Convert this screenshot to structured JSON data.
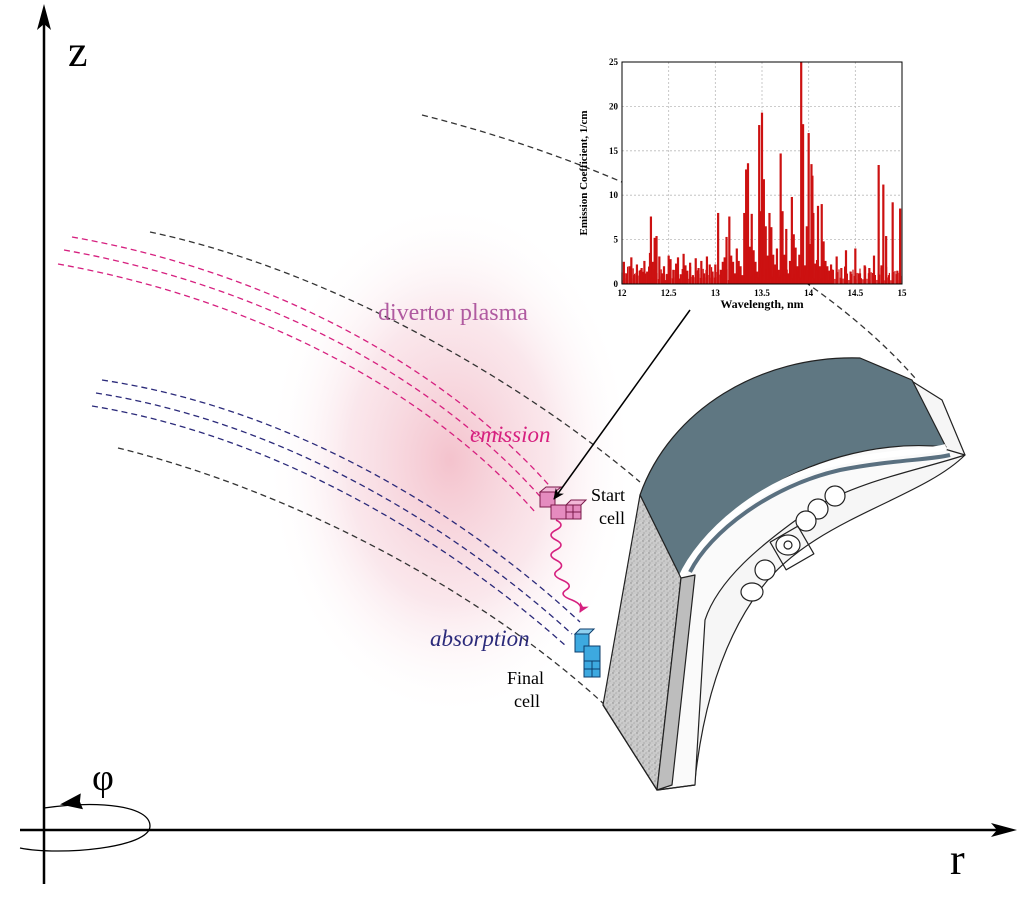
{
  "axes": {
    "z_label": "z",
    "r_label": "r",
    "phi_label": "φ"
  },
  "labels": {
    "divertor_plasma": "divertor plasma",
    "emission": "emission",
    "absorption": "absorption",
    "start_cell_line1": "Start",
    "start_cell_line2": "cell",
    "final_cell_line1": "Final",
    "final_cell_line2": "cell"
  },
  "colors": {
    "emission": "#d6207f",
    "absorption": "#2b2a7a",
    "plasma_label": "#b05aa0",
    "plate_top": "#5f7782",
    "chart_bars": "#cc1111"
  },
  "chart_data": {
    "type": "bar",
    "xlabel": "Wavelength, nm",
    "ylabel": "Emission Coefficient, 1/cm",
    "xlim": [
      12,
      15
    ],
    "ylim": [
      0,
      25
    ],
    "x_ticks": [
      "12",
      "12.5",
      "13",
      "13.5",
      "14",
      "14.5",
      "15"
    ],
    "y_ticks": [
      "0",
      "5",
      "10",
      "15",
      "20",
      "25"
    ],
    "grid": true,
    "x": [
      12.02,
      12.05,
      12.08,
      12.1,
      12.13,
      12.16,
      12.19,
      12.21,
      12.24,
      12.27,
      12.3,
      12.31,
      12.33,
      12.35,
      12.37,
      12.4,
      12.43,
      12.45,
      12.48,
      12.5,
      12.52,
      12.55,
      12.58,
      12.6,
      12.63,
      12.66,
      12.68,
      12.7,
      12.73,
      12.76,
      12.79,
      12.82,
      12.85,
      12.88,
      12.91,
      12.94,
      12.97,
      13.0,
      13.03,
      13.06,
      13.08,
      13.1,
      13.12,
      13.15,
      13.17,
      13.19,
      13.21,
      13.23,
      13.25,
      13.27,
      13.29,
      13.31,
      13.33,
      13.35,
      13.37,
      13.39,
      13.41,
      13.43,
      13.45,
      13.47,
      13.49,
      13.5,
      13.52,
      13.54,
      13.56,
      13.58,
      13.6,
      13.62,
      13.64,
      13.66,
      13.68,
      13.7,
      13.72,
      13.74,
      13.76,
      13.78,
      13.8,
      13.82,
      13.84,
      13.86,
      13.88,
      13.9,
      13.92,
      13.94,
      13.96,
      13.98,
      14.0,
      14.02,
      14.03,
      14.04,
      14.05,
      14.07,
      14.09,
      14.1,
      14.12,
      14.14,
      14.16,
      14.18,
      14.2,
      14.22,
      14.24,
      14.26,
      14.3,
      14.35,
      14.4,
      14.45,
      14.5,
      14.55,
      14.6,
      14.65,
      14.7,
      14.75,
      14.78,
      14.8,
      14.83,
      14.86,
      14.9,
      14.95,
      14.98
    ],
    "values": [
      2.5,
      1.2,
      2.0,
      3.0,
      1.0,
      2.2,
      1.5,
      1.8,
      2.6,
      1.4,
      3.5,
      7.6,
      2.5,
      5.2,
      5.4,
      3.1,
      1.2,
      2.0,
      1.1,
      3.2,
      2.8,
      1.6,
      2.3,
      3.0,
      1.1,
      3.4,
      2.1,
      1.5,
      2.4,
      1.0,
      2.9,
      1.8,
      2.6,
      1.2,
      3.1,
      2.2,
      1.4,
      2.2,
      8.0,
      1.6,
      2.5,
      3.0,
      5.3,
      7.6,
      3.2,
      2.5,
      1.2,
      4.0,
      2.6,
      2.0,
      1.0,
      8.0,
      12.9,
      13.6,
      4.2,
      7.9,
      3.8,
      2.5,
      1.4,
      17.9,
      8.2,
      19.3,
      11.8,
      6.5,
      3.2,
      8.0,
      6.4,
      3.3,
      2.2,
      4.0,
      1.6,
      14.7,
      8.2,
      3.3,
      6.2,
      1.2,
      2.6,
      9.8,
      5.6,
      4.1,
      2.0,
      3.3,
      25.0,
      18.0,
      2.1,
      6.5,
      17.0,
      4.5,
      13.5,
      12.2,
      8.0,
      2.3,
      2.7,
      8.8,
      2.0,
      9.0,
      4.8,
      2.6,
      2.0,
      1.5,
      2.2,
      1.6,
      3.1,
      1.8,
      3.8,
      1.4,
      4.0,
      1.2,
      2.1,
      1.8,
      3.2,
      13.4,
      2.1,
      11.2,
      5.4,
      1.0,
      9.2,
      1.5,
      8.5
    ]
  }
}
